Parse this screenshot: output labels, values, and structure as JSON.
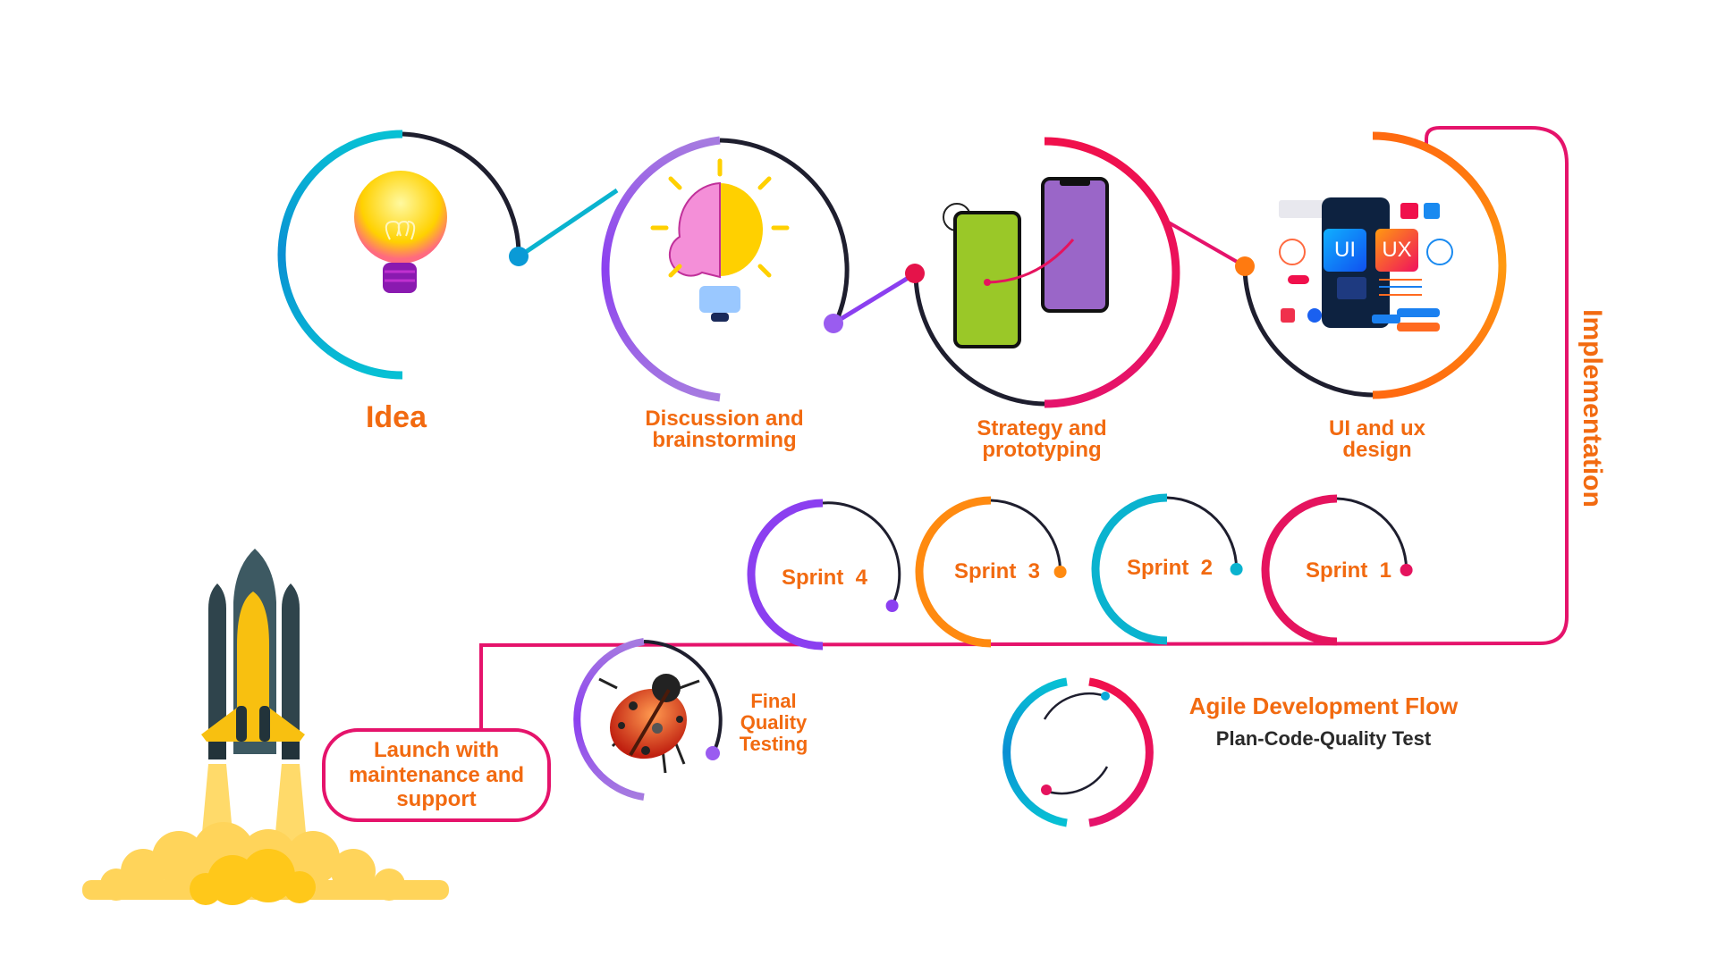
{
  "title": "Agile Development Flow",
  "subtitle": "Plan-Code-Quality Test",
  "stages": [
    {
      "id": "idea",
      "label": "Idea",
      "color": "#0ab3cf",
      "icon": "lightbulb-icon"
    },
    {
      "id": "discussion",
      "label_lines": [
        "Discussion and",
        "brainstorming"
      ],
      "color": "#8b3ff0",
      "icon": "brain-lightbulb-icon"
    },
    {
      "id": "strategy",
      "label_lines": [
        "Strategy and",
        "prototyping"
      ],
      "color": "#e5135e",
      "icon": "phones-prototype-icon"
    },
    {
      "id": "uiux",
      "label_lines": [
        "UI and ux",
        "design"
      ],
      "color": "#ff8a10",
      "icon": "mobile-ui-ux-icon",
      "chips": [
        "UI",
        "UX"
      ]
    }
  ],
  "implementation_label": "Implementation",
  "sprints": [
    {
      "label": "Sprint  1",
      "color": "#e5135e"
    },
    {
      "label": "Sprint  2",
      "color": "#0ab3cf"
    },
    {
      "label": "Sprint  3",
      "color": "#ff8a10"
    },
    {
      "label": "Sprint  4",
      "color": "#8b3ff0"
    }
  ],
  "testing": {
    "label_lines": [
      "Final",
      "Quality",
      "Testing"
    ],
    "icon": "ladybug-icon",
    "color": "#8b3ff0"
  },
  "launch": {
    "label_lines": [
      "Launch with",
      "maintenance and",
      "support"
    ],
    "icon": "space-shuttle-icon"
  },
  "colors": {
    "label": "#f26a10",
    "path": "#e5136b",
    "dark_arc": "#1e1e2e"
  }
}
